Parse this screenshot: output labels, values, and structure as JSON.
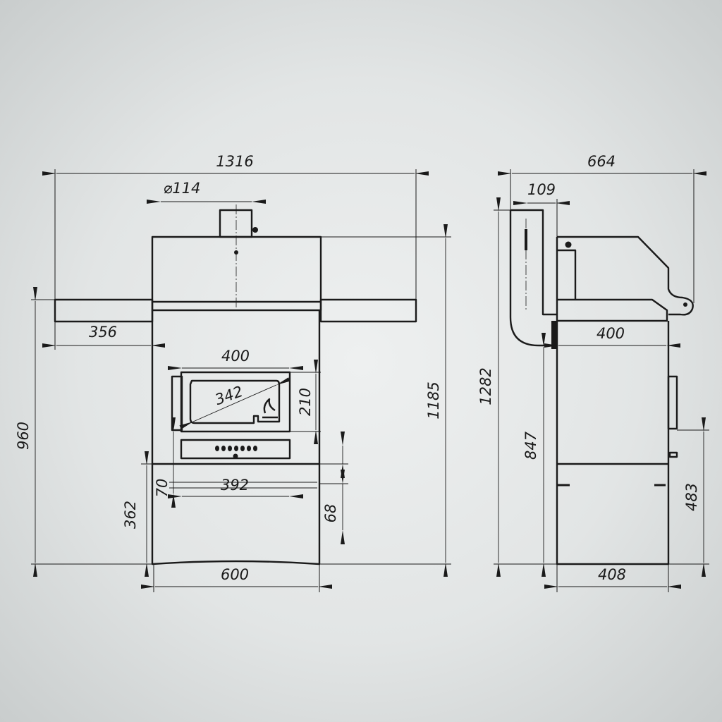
{
  "front_view": {
    "overall_width": "1316",
    "chimney_diameter": "⌀114",
    "shelf_width": "356",
    "oven_door_width": "400",
    "oven_window_diagonal": "342",
    "oven_door_height": "210",
    "ash_drawer_width": "392",
    "ash_drawer_height": "70",
    "base_height": "362",
    "base_offset": "68",
    "shelf_height": "960",
    "body_height": "1185",
    "body_width": "600"
  },
  "side_view": {
    "overall_depth": "664",
    "pipe_offset": "109",
    "hood_depth": "400",
    "overall_height": "1282",
    "door_height": "847",
    "handle_height": "483",
    "body_depth": "408"
  }
}
